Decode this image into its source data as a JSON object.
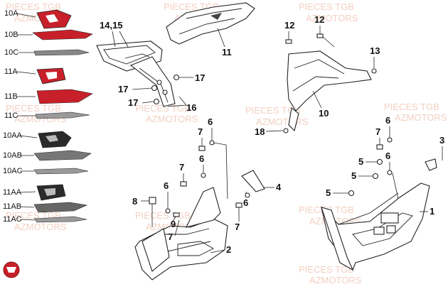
{
  "watermark": {
    "line1": "PIECES TGB",
    "line2": "AZMOTORS"
  },
  "decals": [
    {
      "code": "10A"
    },
    {
      "code": "10B"
    },
    {
      "code": "10C"
    },
    {
      "code": "11A"
    },
    {
      "code": "11B"
    },
    {
      "code": "11C"
    },
    {
      "code": "10AA"
    },
    {
      "code": "10AB"
    },
    {
      "code": "10AC"
    },
    {
      "code": "11AA"
    },
    {
      "code": "11AB"
    },
    {
      "code": "11AC"
    }
  ],
  "callouts": {
    "c14_15": "14,15",
    "c11": "11",
    "c17a": "17",
    "c17b": "17",
    "c17c": "17",
    "c16": "16",
    "c12a": "12",
    "c12b": "12",
    "c13": "13",
    "c10": "10",
    "c18": "18",
    "c7a": "7",
    "c6a": "6",
    "c6b": "6",
    "c7b": "7",
    "c4": "4",
    "c8": "8",
    "c6c": "6",
    "c9": "9",
    "c7c": "7",
    "c6d": "6",
    "c7d": "7",
    "c2": "2",
    "c7e": "7",
    "c6e": "6",
    "c6f": "6",
    "c3": "3",
    "c5a": "5",
    "c5b": "5",
    "c5c": "5",
    "c1": "1"
  },
  "colors": {
    "decal_red": "#c8202a",
    "decal_dark": "#2b2b2b",
    "watermark": "#e8a88f",
    "logo": "#c8202a"
  }
}
